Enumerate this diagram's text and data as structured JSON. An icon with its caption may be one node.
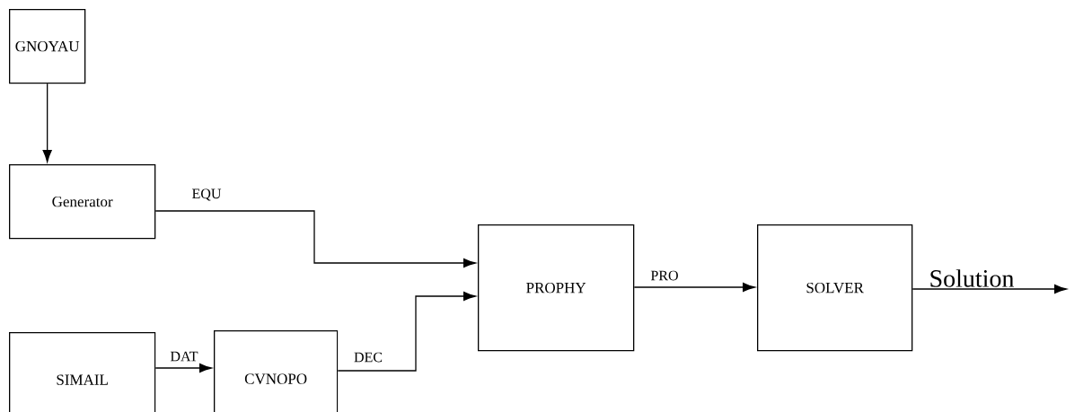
{
  "diagram": {
    "nodes": [
      {
        "text": [
          "GNOYAU"
        ]
      },
      {
        "text": [
          "Generator"
        ]
      },
      {
        "text": [
          "SIMAIL"
        ]
      },
      {
        "text": [
          "CVNOPO"
        ]
      },
      {
        "text": [
          "PROPHY"
        ]
      },
      {
        "text": [
          "SOLVER"
        ]
      }
    ],
    "edges": [
      {
        "from": 0,
        "to": 1,
        "arrow": "to"
      },
      {
        "from": 1,
        "to": 4,
        "arrow": "to",
        "label": "EQU"
      },
      {
        "from": 2,
        "to": 3,
        "arrow": "to",
        "label": "DAT"
      },
      {
        "from": 3,
        "to": 4,
        "arrow": "to",
        "label": "DEC"
      },
      {
        "from": 4,
        "to": 5,
        "arrow": "to",
        "label": "PRO"
      },
      {
        "from": 5,
        "to": null,
        "arrow": "to",
        "label": "Solution"
      }
    ]
  }
}
